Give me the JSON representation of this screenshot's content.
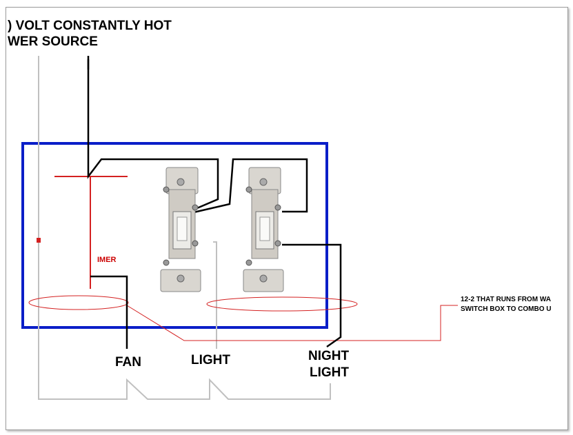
{
  "title": {
    "line1": ") VOLT CONSTANTLY HOT",
    "line2": "WER SOURCE"
  },
  "labels": {
    "timer": "IMER",
    "fan": "FAN",
    "light": "LIGHT",
    "night_light_line1": "NIGHT",
    "night_light_line2": "LIGHT"
  },
  "note": {
    "line1": "12-2 THAT RUNS FROM WA",
    "line2": "SWITCH BOX TO COMBO U"
  },
  "colors": {
    "box": "#0a1ec8",
    "hot_wire": "#000000",
    "red_wire": "#d42020",
    "neutral_wire": "#c0c0c0",
    "switch_body": "#d9d6d0"
  }
}
